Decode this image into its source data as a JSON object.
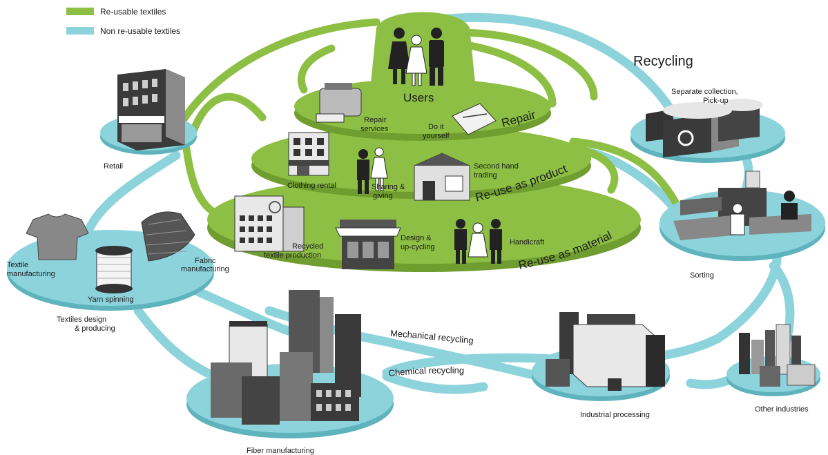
{
  "legend": {
    "reusable": {
      "label": "Re-usable textiles",
      "color": "#8dbf44"
    },
    "nonreusable": {
      "label": "Non re-usable textiles",
      "color": "#8dd3dc"
    }
  },
  "colors": {
    "green": "#8dbf44",
    "green_dark": "#6f9d2f",
    "blue": "#8dd3dc",
    "blue_dark": "#5fb3bd",
    "building_dark": "#3a3a3a",
    "building_mid": "#7a7a7a",
    "building_light": "#d5d5d5"
  },
  "tiers": {
    "users": "Users",
    "repair": "Repair",
    "reuse_product": "Re-use as product",
    "reuse_material": "Re-use as material"
  },
  "items": {
    "repair_services": [
      "Repair",
      "services"
    ],
    "diy": [
      "Do it",
      "yourself"
    ],
    "clothing_rental": "Clothing rental",
    "sharing": [
      "Sharing &",
      "giving"
    ],
    "second_hand": [
      "Second hand",
      "trading"
    ],
    "recycled_production": [
      "Recycled",
      "textile production"
    ],
    "design": [
      "Design &",
      "up-cycling"
    ],
    "handicraft": "Handicraft"
  },
  "nodes": {
    "retail": "Retail",
    "textile_manufacturing": [
      "Textile",
      "manufacturing"
    ],
    "fabric_manufacturing": [
      "Fabric",
      "manufacturing"
    ],
    "yarn_spinning": "Yarn spinning",
    "textiles_design": [
      "Textiles design",
      "& producing"
    ],
    "fiber_manufacturing": "Fiber manufacturing",
    "industrial_processing": "Industrial processing",
    "other_industries": "Other industries",
    "sorting": "Sorting",
    "collection": [
      "Separate collection,",
      "Pick-up"
    ],
    "recycling": "Recycling"
  },
  "flows": {
    "mechanical": "Mechanical recycling",
    "chemical": "Chemical recycling"
  },
  "icons": [
    "users-icon",
    "sewing-machine-icon",
    "needle-thread-icon",
    "clothing-rental-shop-icon",
    "sharing-people-icon",
    "second-hand-shop-icon",
    "recycling-factory-icon",
    "design-shop-icon",
    "handicraft-people-icon",
    "retail-building-icon",
    "t-shirt-icon",
    "yarn-spool-icon",
    "fabric-icon",
    "fiber-factory-icon",
    "industrial-plant-icon",
    "city-icon",
    "sorting-machine-icon",
    "recycling-bins-icon"
  ]
}
